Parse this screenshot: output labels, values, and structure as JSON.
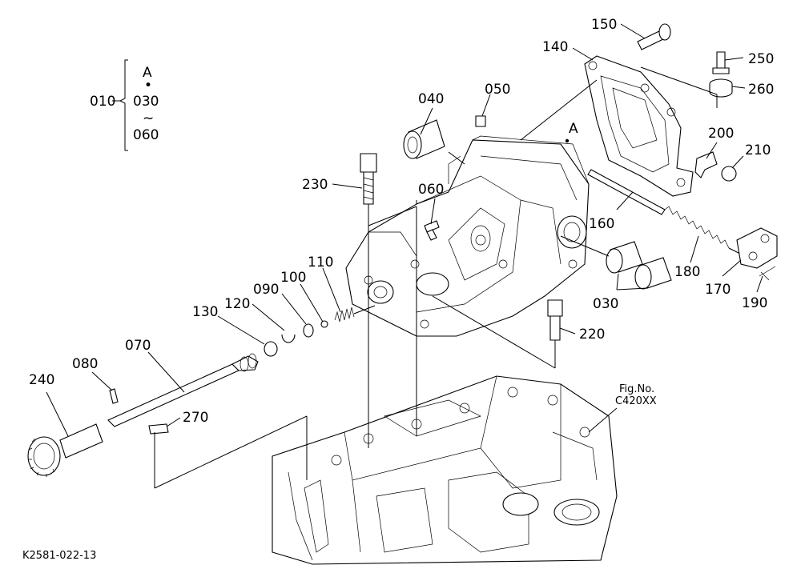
{
  "diagram": {
    "drawing_code": "K2581-022-13",
    "figure_ref": {
      "line1": "Fig.No.",
      "line2": "C420XX"
    },
    "assembly_bracket": {
      "main": "010",
      "items": [
        "A",
        "•",
        "030",
        "~",
        "060"
      ]
    },
    "point_label": "A",
    "callouts": [
      {
        "id": "c150",
        "label": "150"
      },
      {
        "id": "c140",
        "label": "140"
      },
      {
        "id": "c250",
        "label": "250"
      },
      {
        "id": "c260",
        "label": "260"
      },
      {
        "id": "c040",
        "label": "040"
      },
      {
        "id": "c050",
        "label": "050"
      },
      {
        "id": "c200",
        "label": "200"
      },
      {
        "id": "c210",
        "label": "210"
      },
      {
        "id": "c230",
        "label": "230"
      },
      {
        "id": "c060",
        "label": "060"
      },
      {
        "id": "c160",
        "label": "160"
      },
      {
        "id": "c110",
        "label": "110"
      },
      {
        "id": "c180",
        "label": "180"
      },
      {
        "id": "c100",
        "label": "100"
      },
      {
        "id": "c090",
        "label": "090"
      },
      {
        "id": "c170",
        "label": "170"
      },
      {
        "id": "c130",
        "label": "130"
      },
      {
        "id": "c120",
        "label": "120"
      },
      {
        "id": "c030",
        "label": "030"
      },
      {
        "id": "c190",
        "label": "190"
      },
      {
        "id": "c220",
        "label": "220"
      },
      {
        "id": "c070",
        "label": "070"
      },
      {
        "id": "c080",
        "label": "080"
      },
      {
        "id": "c240",
        "label": "240"
      },
      {
        "id": "c270",
        "label": "270"
      }
    ]
  }
}
